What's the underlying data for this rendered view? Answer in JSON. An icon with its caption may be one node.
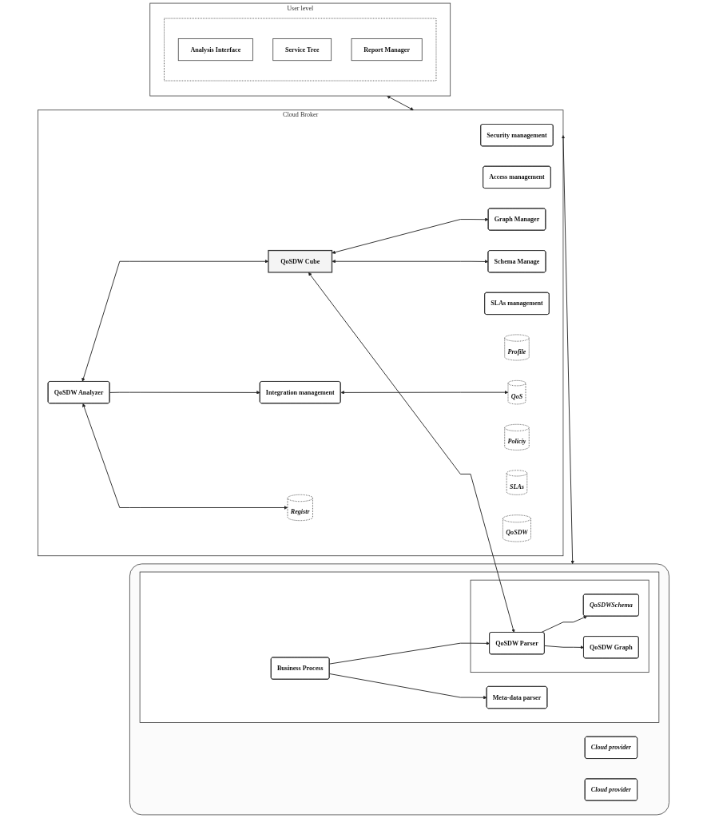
{
  "diagram": {
    "nodes": [
      {
        "text": [
          "User level"
        ]
      },
      {
        "text": [],
        "shape": "box",
        "in": 0
      },
      {
        "text": [
          "Analysis Interface"
        ],
        "in": 1
      },
      {
        "text": [
          "Service Tree"
        ],
        "in": 1
      },
      {
        "text": [
          "Report Manager"
        ],
        "in": 1
      },
      {
        "text": [
          "Cloud Broker"
        ]
      },
      {
        "text": [
          "Security management"
        ],
        "in": 5
      },
      {
        "text": [
          "Access management"
        ],
        "in": 5
      },
      {
        "text": [
          "Graph Manager"
        ],
        "in": 5
      },
      {
        "text": [
          "Schema Manage"
        ],
        "in": 5
      },
      {
        "text": [
          "SLAs management"
        ],
        "in": 5
      },
      {
        "text": [
          "Integration management"
        ],
        "in": 5
      },
      {
        "text": [
          "QoSDW Analyzer"
        ],
        "in": 5
      },
      {
        "text": [
          "QoSDW Cube"
        ],
        "in": 5
      },
      {
        "text": [
          "Profile"
        ],
        "in": 5
      },
      {
        "text": [
          "QoS"
        ],
        "in": 5
      },
      {
        "text": [
          "Policiy"
        ],
        "in": 5
      },
      {
        "text": [
          "Registr"
        ],
        "in": 5
      },
      {
        "text": [
          "SLAs"
        ],
        "in": 5
      },
      {
        "text": [
          "QoSDW"
        ],
        "in": 5
      },
      {
        "text": [],
        "shape": "band"
      },
      {
        "text": [
          "Cloud provider"
        ],
        "in": 20
      },
      {
        "text": [
          "Cloud provider"
        ],
        "in": 20
      },
      {
        "text": [],
        "shape": "box",
        "in": 20
      },
      {
        "text": [
          "Meta-data parser"
        ],
        "in": 23
      },
      {
        "text": [
          "Business Process"
        ],
        "in": 23
      },
      {
        "text": [],
        "shape": "box",
        "in": 23
      },
      {
        "text": [
          "QoSDWSchema"
        ],
        "in": 26
      },
      {
        "text": [
          "QoSDW Parser"
        ],
        "in": 26
      },
      {
        "text": [
          "QoSDW Graph"
        ],
        "in": 26
      }
    ],
    "edges": [
      {
        "from": 0,
        "to": 5,
        "arrow": "both"
      },
      {
        "from": 13,
        "to": 8,
        "arrow": "both"
      },
      {
        "from": 13,
        "to": 9,
        "arrow": "both"
      },
      {
        "from": 12,
        "to": 11,
        "arrow": "to"
      },
      {
        "from": 12,
        "to": 13,
        "arrow": "both"
      },
      {
        "from": 11,
        "to": 15,
        "arrow": "both"
      },
      {
        "from": 12,
        "to": 17,
        "arrow": "both"
      },
      {
        "from": 5,
        "to": 20,
        "arrow": "both"
      },
      {
        "from": 25,
        "to": 24,
        "arrow": "to"
      },
      {
        "from": 25,
        "to": 28,
        "arrow": "to"
      },
      {
        "from": 28,
        "to": 27,
        "arrow": "to"
      },
      {
        "from": 28,
        "to": 29,
        "arrow": "to"
      },
      {
        "from": 13,
        "to": 28,
        "arrow": "both"
      }
    ]
  }
}
